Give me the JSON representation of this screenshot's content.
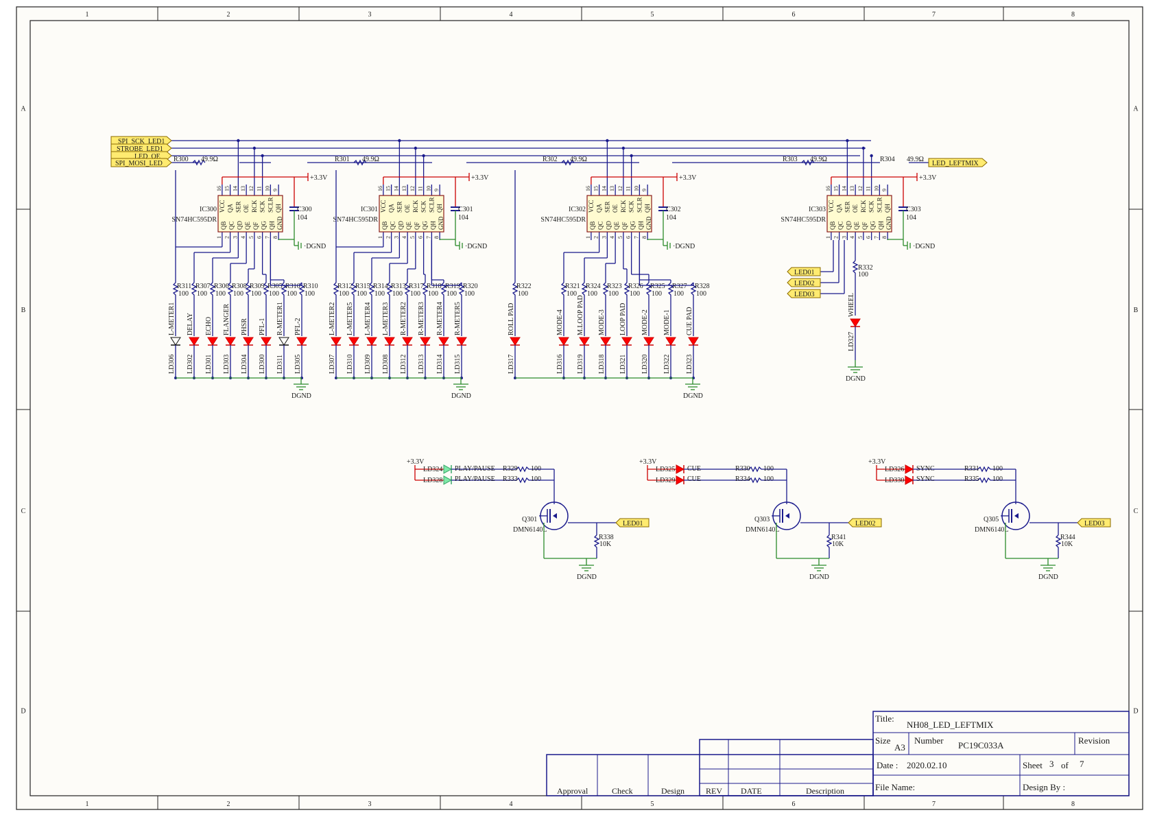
{
  "frame": {
    "col_labels": [
      "1",
      "2",
      "3",
      "4",
      "5",
      "6",
      "7",
      "8"
    ],
    "row_labels": [
      "A",
      "B",
      "C",
      "D"
    ]
  },
  "colors": {
    "wire": "#1a1a8c",
    "power": "#cc0000",
    "ground": "#2a8a2a",
    "chip_fill": "#fffbd0",
    "net_label": "#ffeb70",
    "led_on": "#ff0000",
    "led_green": "#7fe8a8"
  },
  "nets": {
    "sck": "SPI_SCK_LED1",
    "strobe": "STROBE_LED1",
    "oe": "LED_OE",
    "mosi": "SPI_MOSI_LED",
    "leftmix": "LED_LEFTMIX",
    "led01": "LED01",
    "led02": "LED02",
    "led03": "LED03",
    "vcc": "+3.3V",
    "gnd": "DGND"
  },
  "chips": [
    {
      "ref": "IC300",
      "part": "SN74HC595DR",
      "cap": "C300",
      "cap_val": "104",
      "series_r": "R300",
      "series_val": "49.9Ω",
      "pins_top": [
        "16",
        "15",
        "14",
        "13",
        "12",
        "11",
        "10",
        "9"
      ],
      "pins_bottom": [
        "1",
        "2",
        "3",
        "4",
        "5",
        "6",
        "7",
        "8"
      ],
      "names_top": [
        "VCC",
        "QA",
        "SER",
        "OE",
        "RCK",
        "SCK",
        "SCLR",
        "QH"
      ],
      "names_bottom": [
        "QB",
        "QC",
        "QD",
        "QE",
        "QF",
        "QG",
        "QH",
        "GND"
      ]
    },
    {
      "ref": "IC301",
      "part": "SN74HC595DR",
      "cap": "C301",
      "cap_val": "104",
      "series_r": "R301",
      "series_val": "49.9Ω",
      "pins_top": [
        "16",
        "15",
        "14",
        "13",
        "12",
        "11",
        "10",
        "9"
      ],
      "pins_bottom": [
        "1",
        "2",
        "3",
        "4",
        "5",
        "6",
        "7",
        "8"
      ],
      "names_top": [
        "VCC",
        "QA",
        "SER",
        "OE",
        "RCK",
        "SCK",
        "SCLR",
        "QH"
      ],
      "names_bottom": [
        "QB",
        "QC",
        "QD",
        "QE",
        "QF",
        "QG",
        "QH",
        "GND"
      ]
    },
    {
      "ref": "IC302",
      "part": "SN74HC595DR",
      "cap": "C302",
      "cap_val": "104",
      "series_r": "R302",
      "series_val": "49.9Ω",
      "pins_top": [
        "16",
        "15",
        "14",
        "13",
        "12",
        "11",
        "10",
        "9"
      ],
      "pins_bottom": [
        "1",
        "2",
        "3",
        "4",
        "5",
        "6",
        "7",
        "8"
      ],
      "names_top": [
        "VCC",
        "QA",
        "SER",
        "OE",
        "RCK",
        "SCK",
        "SCLR",
        "QH"
      ],
      "names_bottom": [
        "QB",
        "QC",
        "QD",
        "QE",
        "QF",
        "QG",
        "QH",
        "GND"
      ]
    },
    {
      "ref": "IC303",
      "part": "SN74HC595DR",
      "cap": "C303",
      "cap_val": "104",
      "series_r": "R303",
      "series_val": "49.9Ω",
      "pins_top": [
        "16",
        "15",
        "14",
        "13",
        "12",
        "11",
        "10",
        "9"
      ],
      "pins_bottom": [
        "1",
        "2",
        "3",
        "4",
        "5",
        "6",
        "7",
        "8"
      ],
      "names_top": [
        "VCC",
        "QA",
        "SER",
        "OE",
        "RCK",
        "SCK",
        "SCLR",
        "QH"
      ],
      "names_bottom": [
        "QB",
        "QC",
        "QD",
        "QE",
        "QF",
        "QG",
        "QH",
        "GND"
      ]
    }
  ],
  "r304": {
    "ref": "R304",
    "val": "49.9Ω"
  },
  "led_groups": [
    {
      "resistors": [
        "R311",
        "R307",
        "R306",
        "R308",
        "R309",
        "R305",
        "R316",
        "R310"
      ],
      "values": [
        "100",
        "100",
        "100",
        "100",
        "100",
        "100",
        "100",
        "100"
      ],
      "labels": [
        "L-METER1",
        "DELAY",
        "ECHO",
        "FLANGER",
        "PHSR",
        "PFL-1",
        "R-METER1",
        "PFL-2"
      ],
      "leds": [
        "LD306",
        "LD302",
        "LD301",
        "LD303",
        "LD304",
        "LD300",
        "LD311",
        "LD305"
      ]
    },
    {
      "resistors": [
        "R312",
        "R315",
        "R314",
        "R313",
        "R317",
        "R318",
        "R319",
        "R320"
      ],
      "values": [
        "100",
        "100",
        "100",
        "100",
        "100",
        "100",
        "100",
        "100"
      ],
      "labels": [
        "L-METER2",
        "L-METER5",
        "L-METER4",
        "L-METER3",
        "R-METER2",
        "R-METER3",
        "R-METER4",
        "R-METER5"
      ],
      "leds": [
        "LD307",
        "LD310",
        "LD309",
        "LD308",
        "LD312",
        "LD313",
        "LD314",
        "LD315"
      ]
    },
    {
      "resistors": [
        "R322",
        "R321",
        "R324",
        "R323",
        "R326",
        "R325",
        "R327",
        "R328"
      ],
      "values": [
        "100",
        "100",
        "100",
        "100",
        "100",
        "100",
        "100",
        "100"
      ],
      "labels": [
        "ROLL PAD",
        "MODE-4",
        "M.LOOP PAD",
        "MODE-3",
        "LOOP PAD",
        "MODE-2",
        "MODE-1",
        "CUE PAD"
      ],
      "leds": [
        "LD317",
        "LD316",
        "LD319",
        "LD318",
        "LD321",
        "LD320",
        "LD322",
        "LD323"
      ]
    }
  ],
  "wheel": {
    "r": "R332",
    "val": "100",
    "label": "WHEEL",
    "led": "LD327"
  },
  "drivers": [
    {
      "vcc": "+3.3V",
      "led_a": "LD324",
      "led_b": "LD328",
      "name_a": "PLAY/PAUSE",
      "name_b": "PLAY/PAUSE",
      "ra": "R329",
      "rb": "R333",
      "rval": "100",
      "q": "Q301",
      "qpart": "DMN6140L",
      "rg": "R338",
      "rgval": "10K",
      "net": "LED01"
    },
    {
      "vcc": "+3.3V",
      "led_a": "LD325",
      "led_b": "LD329",
      "name_a": "CUE",
      "name_b": "CUE",
      "ra": "R330",
      "rb": "R334",
      "rval": "100",
      "q": "Q303",
      "qpart": "DMN6140L",
      "rg": "R341",
      "rgval": "10K",
      "net": "LED02"
    },
    {
      "vcc": "+3.3V",
      "led_a": "LD326",
      "led_b": "LD330",
      "name_a": "SYNC",
      "name_b": "SYNC",
      "ra": "R331",
      "rb": "R335",
      "rval": "100",
      "q": "Q305",
      "qpart": "DMN6140L",
      "rg": "R344",
      "rgval": "10K",
      "net": "LED03"
    }
  ],
  "title_block": {
    "title_label": "Title:",
    "title": "NH08_LED_LEFTMIX",
    "size_label": "Size",
    "size": "A3",
    "number_label": "Number",
    "number": "PC19C033A",
    "revision_label": "Revision",
    "date_label": "Date :",
    "date": "2020.02.10",
    "sheet_label": "Sheet",
    "sheet": "3",
    "of_label": "of",
    "sheets": "7",
    "file_label": "File Name:",
    "design_by_label": "Design By :"
  },
  "approval_block": [
    "Approval",
    "Check",
    "Design"
  ],
  "rev_block": [
    "REV",
    "DATE",
    "Description"
  ]
}
